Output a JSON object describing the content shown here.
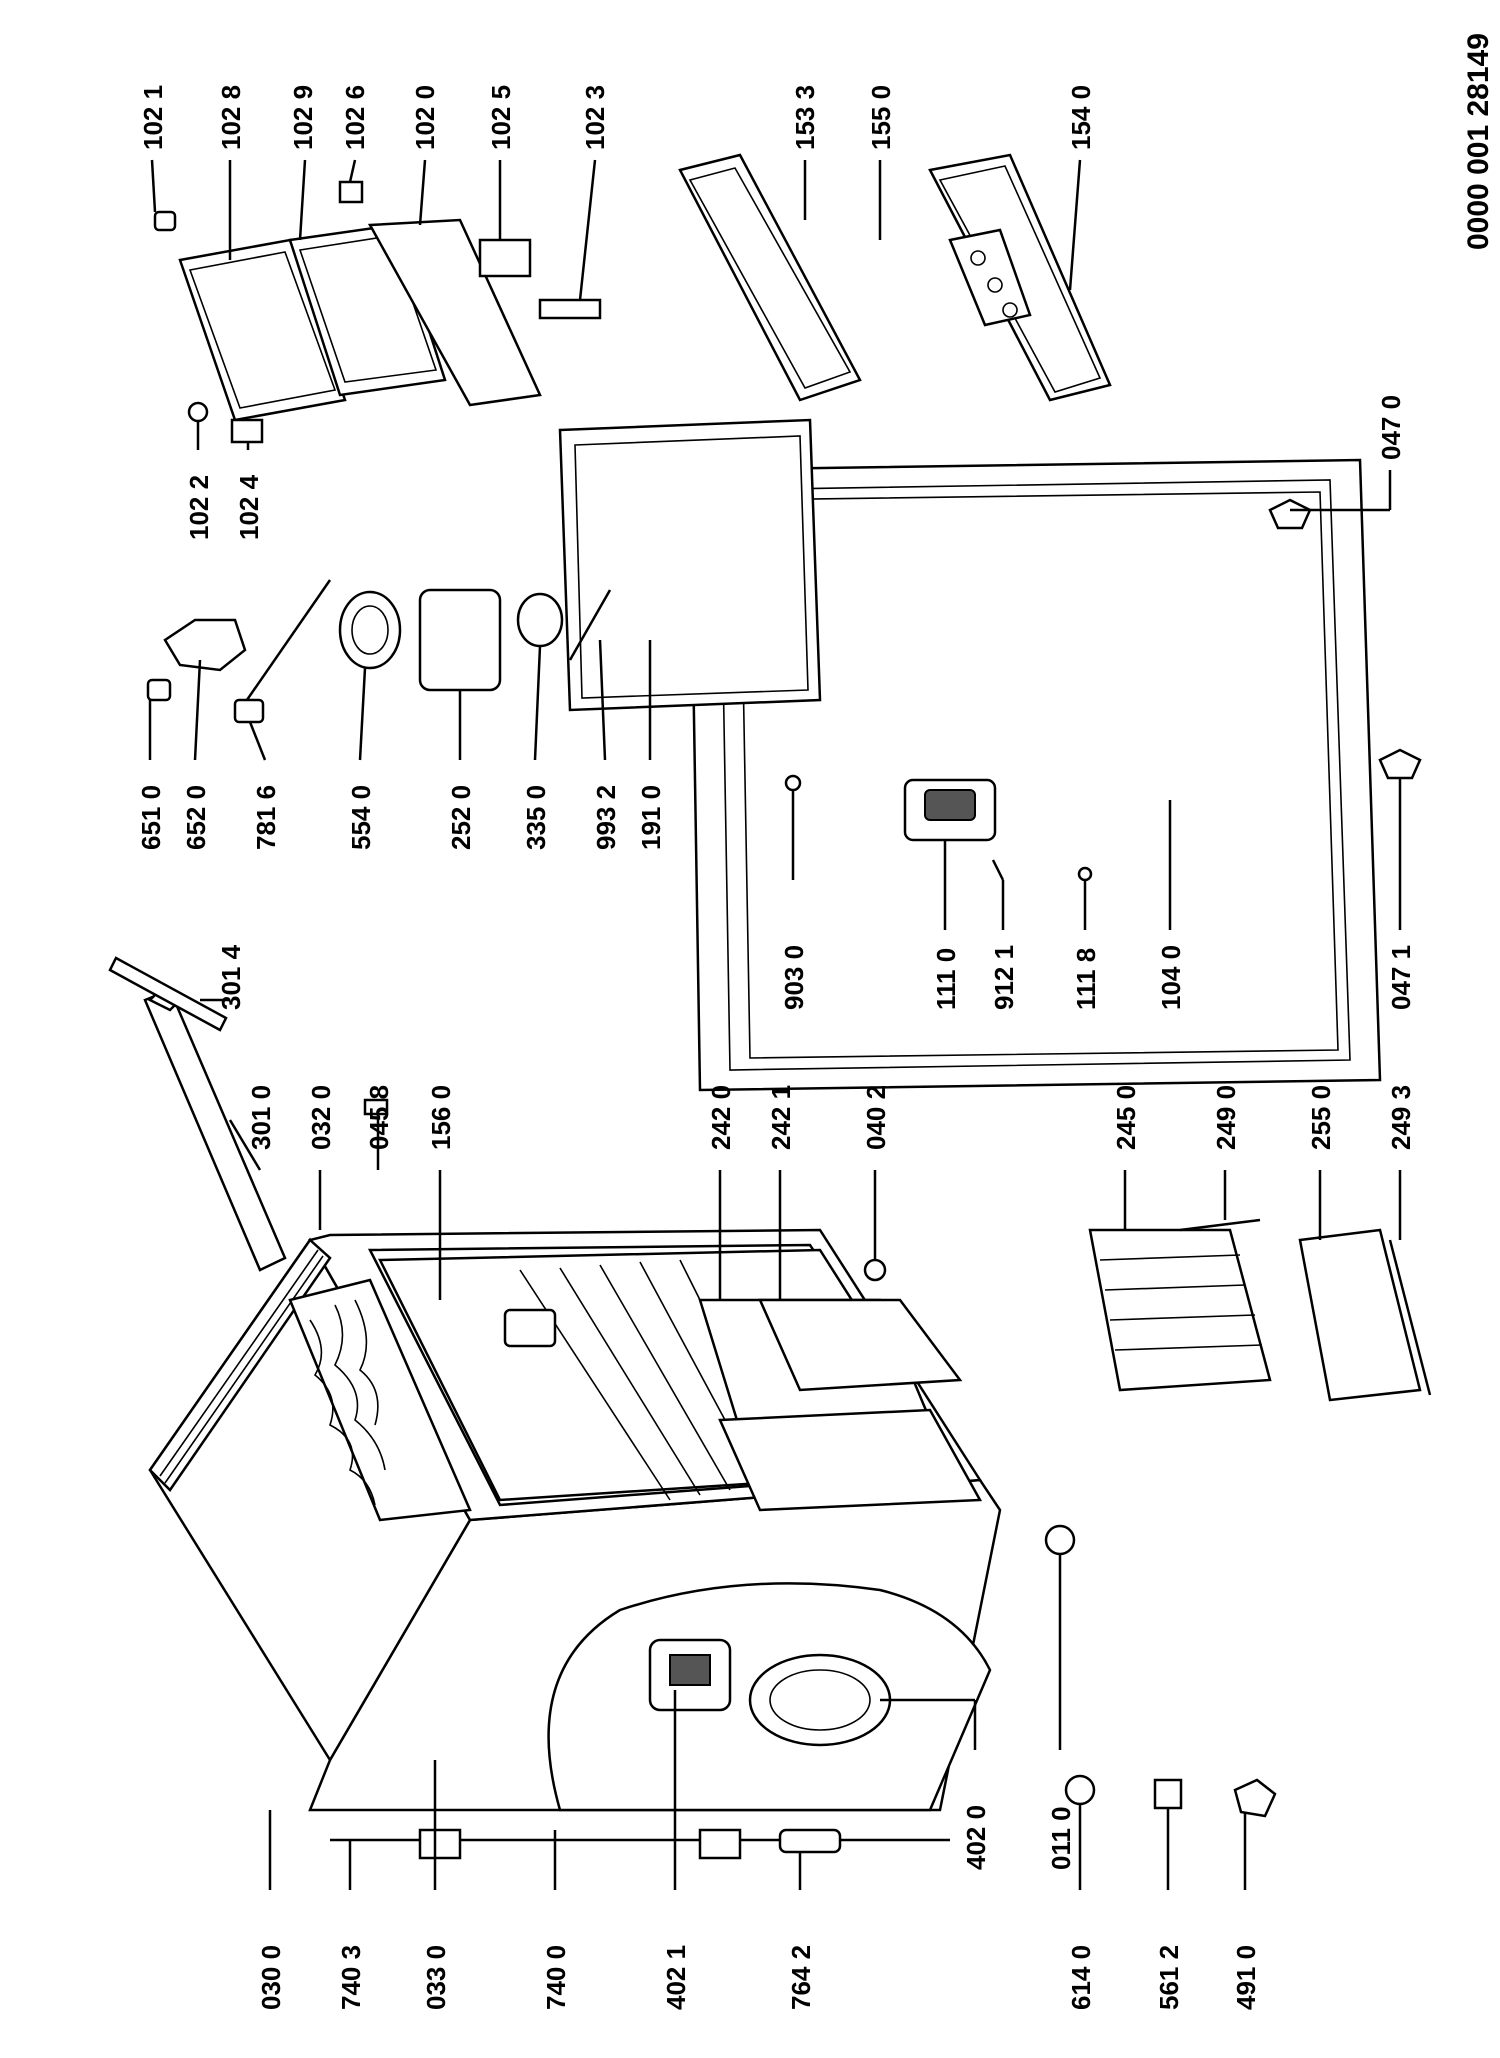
{
  "diagram": {
    "drawing_number": "0000 001 28149",
    "labels": [
      "102 1",
      "102 8",
      "102 9",
      "102 6",
      "102 0",
      "102 5",
      "102 3",
      "153 3",
      "155 0",
      "154 0",
      "102 2",
      "102 4",
      "651 0",
      "652 0",
      "781 6",
      "554 0",
      "252 0",
      "335 0",
      "993 2",
      "191 0",
      "047 0",
      "903 0",
      "111 0",
      "912 1",
      "111 8",
      "104 0",
      "047 1",
      "301 4",
      "301 0",
      "032 0",
      "045 8",
      "156 0",
      "242 0",
      "242 1",
      "040 2",
      "245 0",
      "249 0",
      "255 0",
      "249 3",
      "030 0",
      "740 3",
      "033 0",
      "740 0",
      "402 1",
      "764 2",
      "402 0",
      "011 0",
      "614 0",
      "561 2",
      "491 0"
    ]
  }
}
